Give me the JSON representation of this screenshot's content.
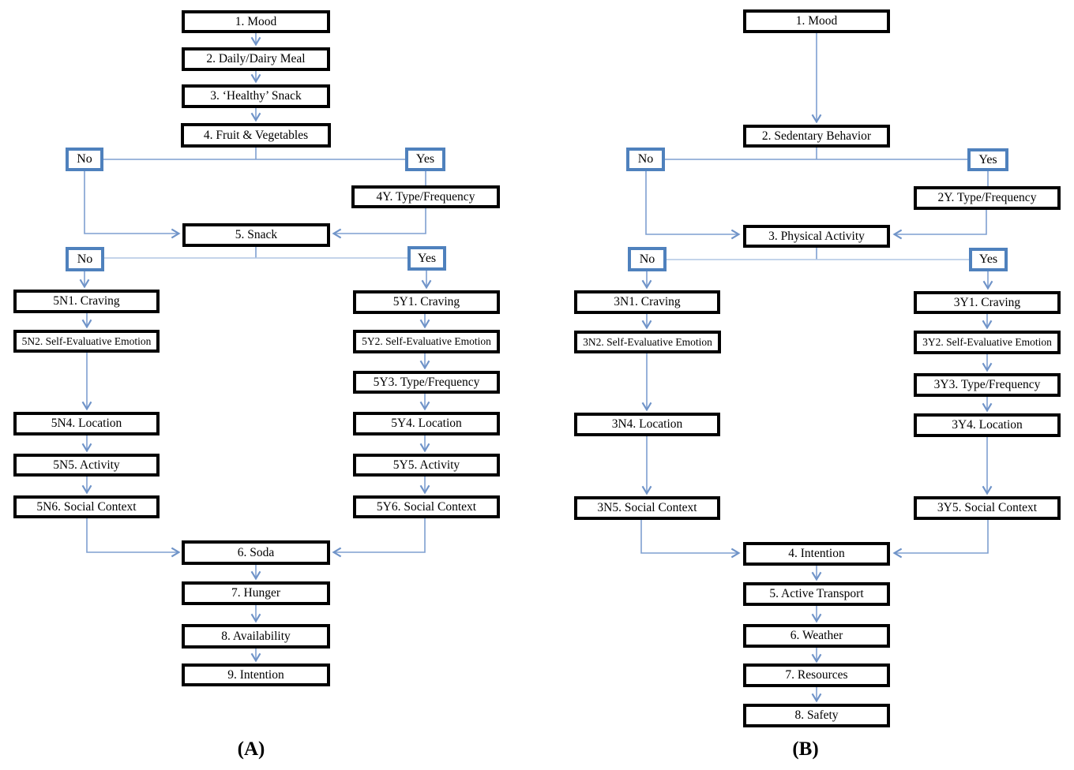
{
  "figure": {
    "type": "flowchart",
    "panels": 2
  },
  "colors": {
    "node_border": "#000000",
    "node_fill": "#ffffff",
    "decision_border": "#4f81bd",
    "connector": "#7e9fd0",
    "connector_light": "#b0c6e4",
    "arrowhead": "#6f93c8",
    "text": "#000000"
  },
  "panel_a": {
    "caption": "(A)",
    "nodes": {
      "mood": "1. Mood",
      "daily_dairy_meal": "2. Daily/Dairy Meal",
      "healthy_snack": "3. ‘Healthy’ Snack",
      "fruit_vegetables": "4. Fruit & Vegetables",
      "no_fruit_veg": "No",
      "yes_fruit_veg": "Yes",
      "type_frequency_4y": "4Y. Type/Frequency",
      "snack": "5. Snack",
      "no_snack": "No",
      "yes_snack": "Yes",
      "craving_5n1": "5N1. Craving",
      "self_evaluative_emotion_5n2": "5N2. Self-Evaluative Emotion",
      "location_5n4": "5N4. Location",
      "activity_5n5": "5N5. Activity",
      "social_context_5n6": "5N6. Social Context",
      "craving_5y1": "5Y1. Craving",
      "self_evaluative_emotion_5y2": "5Y2. Self-Evaluative Emotion",
      "type_frequency_5y3": "5Y3. Type/Frequency",
      "location_5y4": "5Y4. Location",
      "activity_5y5": "5Y5. Activity",
      "social_context_5y6": "5Y6. Social Context",
      "soda": "6. Soda",
      "hunger": "7. Hunger",
      "availability": "8. Availability",
      "intention": "9. Intention"
    }
  },
  "panel_b": {
    "caption": "(B)",
    "nodes": {
      "mood": "1. Mood",
      "sedentary_behavior": "2. Sedentary Behavior",
      "no_sedentary": "No",
      "yes_sedentary": "Yes",
      "type_frequency_2y": "2Y. Type/Frequency",
      "physical_activity": "3. Physical Activity",
      "no_physical": "No",
      "yes_physical": "Yes",
      "craving_3n1": "3N1. Craving",
      "self_evaluative_emotion_3n2": "3N2. Self-Evaluative Emotion",
      "location_3n4": "3N4. Location",
      "social_context_3n5": "3N5. Social Context",
      "craving_3y1": "3Y1. Craving",
      "self_evaluative_emotion_3y2": "3Y2. Self-Evaluative Emotion",
      "type_frequency_3y3": "3Y3. Type/Frequency",
      "location_3y4": "3Y4. Location",
      "social_context_3y5": "3Y5. Social Context",
      "intention": "4. Intention",
      "active_transport": "5. Active Transport",
      "weather": "6. Weather",
      "resources": "7. Resources",
      "safety": "8. Safety"
    }
  }
}
